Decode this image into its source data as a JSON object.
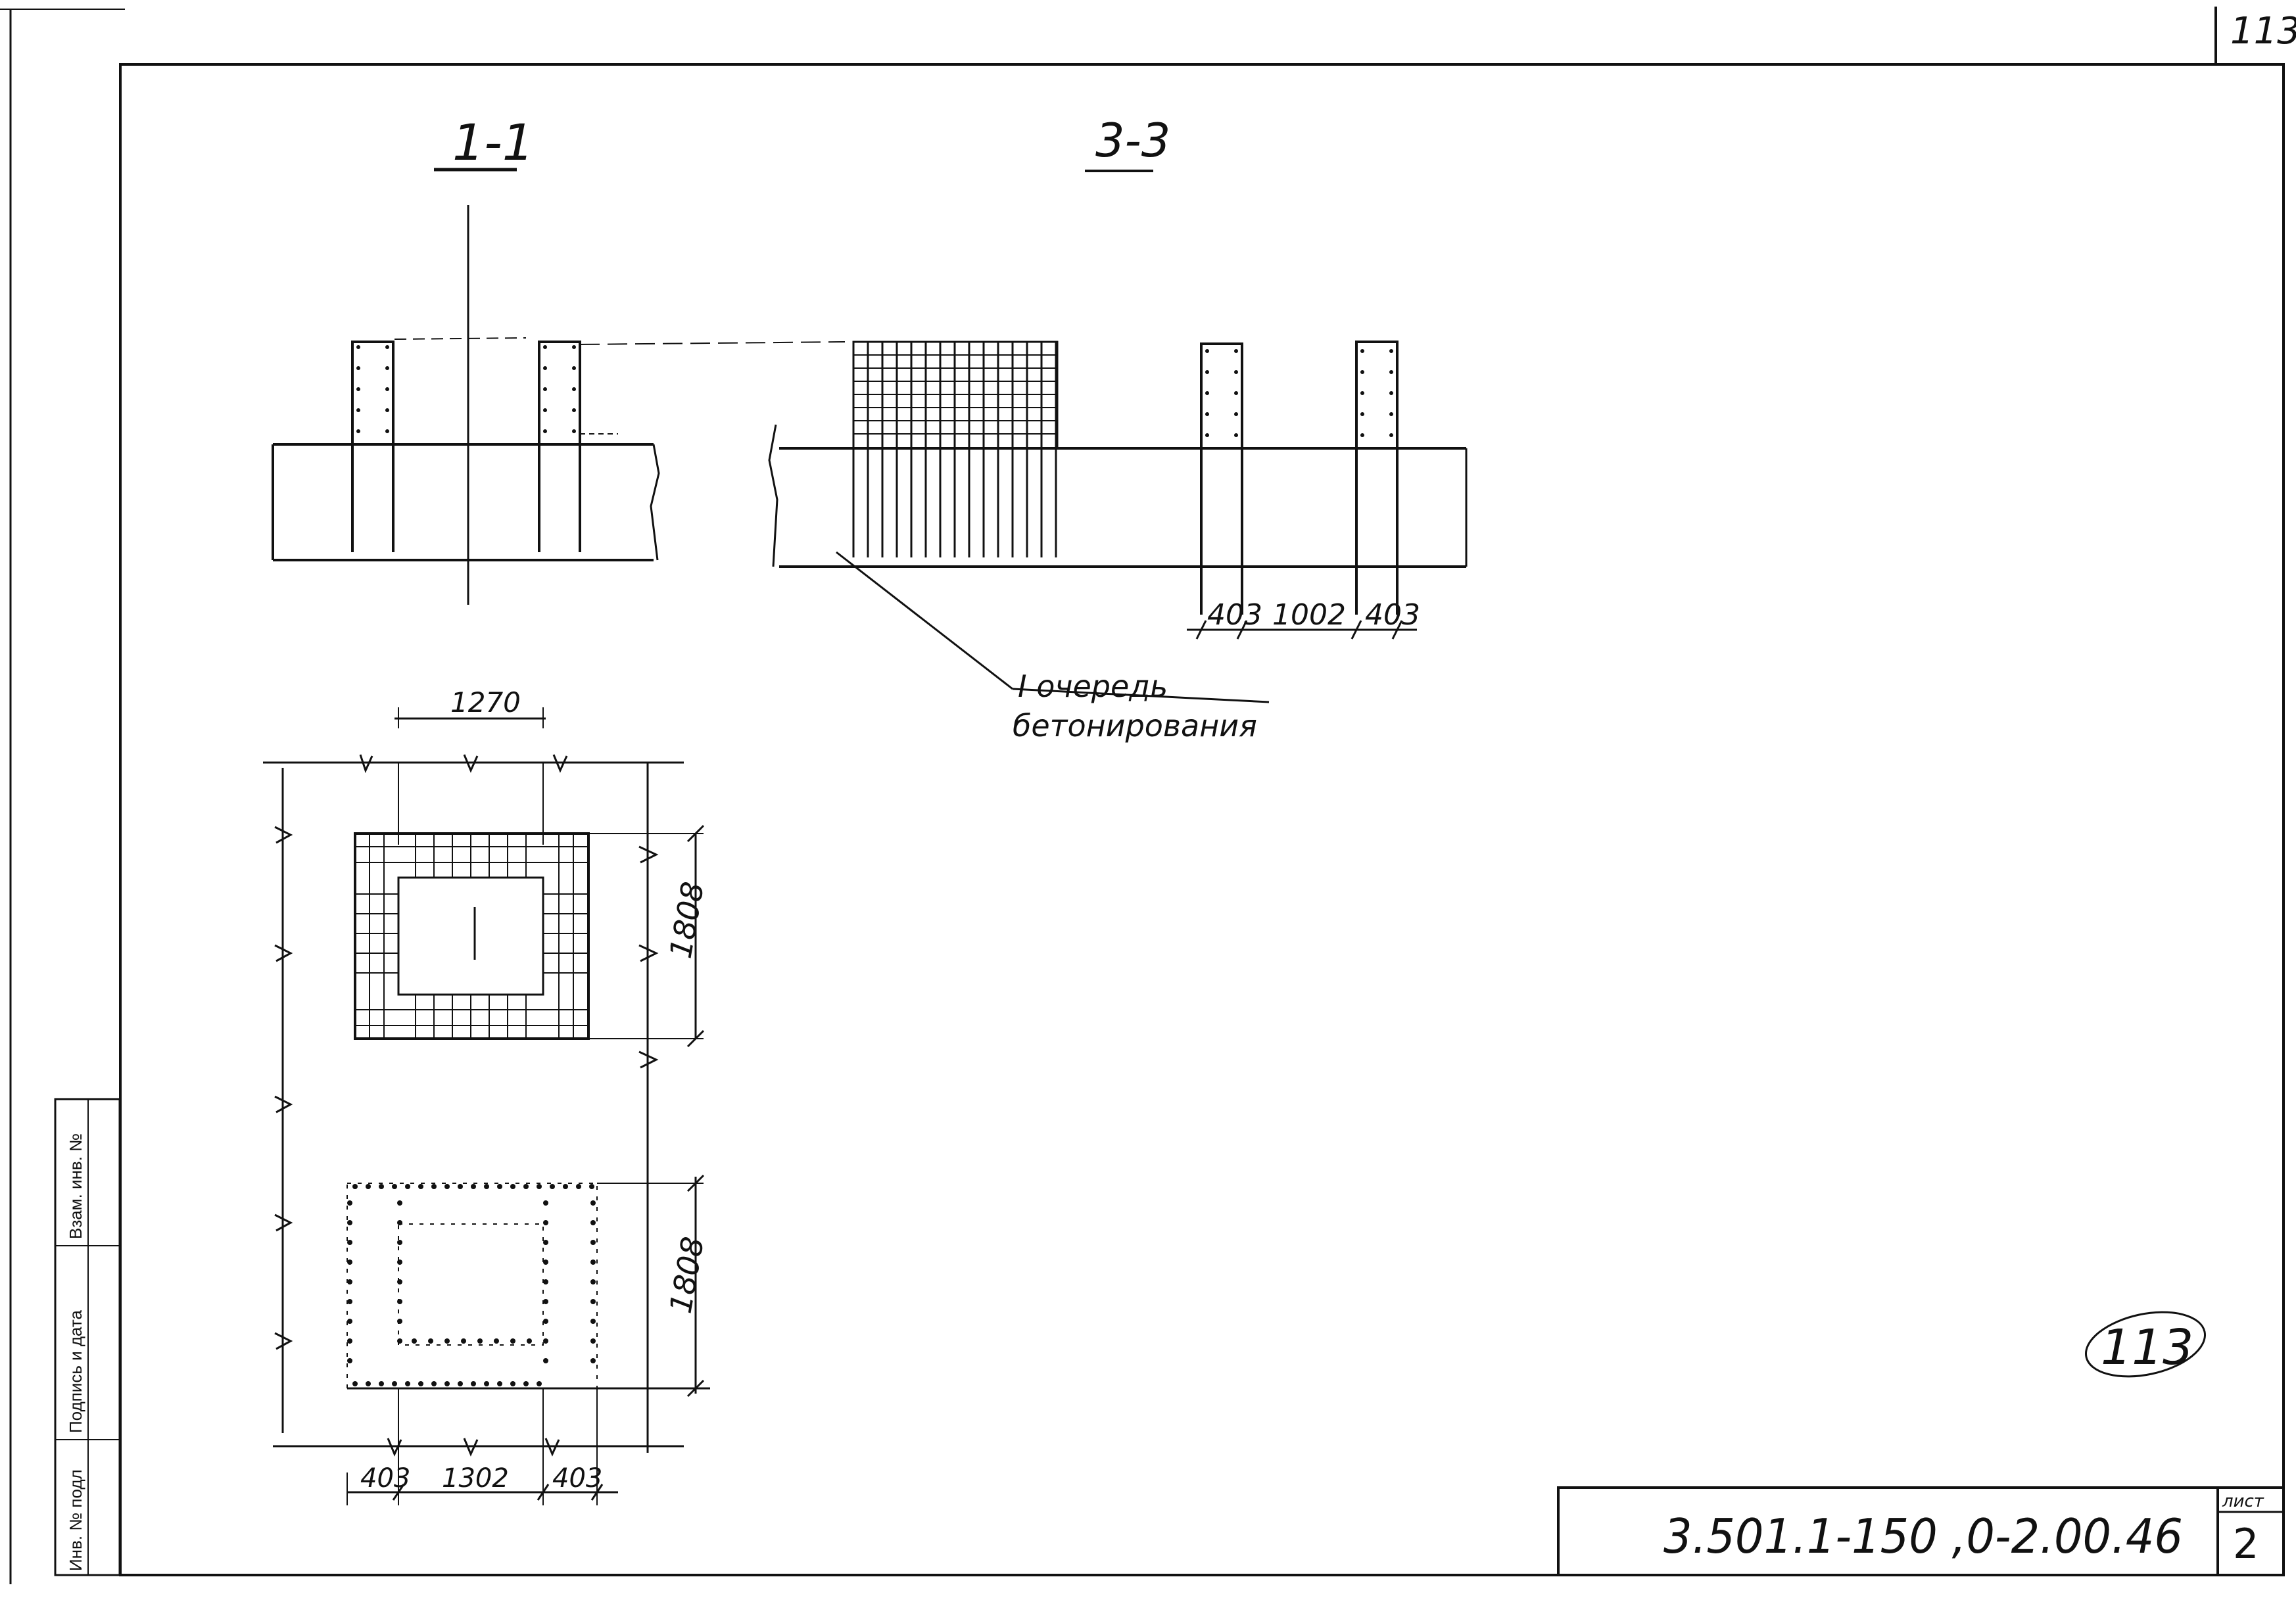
{
  "sheet": {
    "corner_number": "113",
    "circle_stamp": "113"
  },
  "sections": {
    "s11": "1-1",
    "s33": "3-3"
  },
  "dimensions": {
    "d403_a": "403",
    "d1002": "1002",
    "d403_b": "403",
    "d1270": "1270",
    "d1808_a": "1808",
    "d1808_b": "1808",
    "d403_c": "403",
    "d1302": "1302",
    "d403_d": "403"
  },
  "callout": {
    "line1": "I очередь",
    "line2": "бетонирования"
  },
  "side_stamp": {
    "col1": "Инв. № подл",
    "col2": "Подпись и дата",
    "col3": "Взам. инв. №"
  },
  "title_block": {
    "designation": "3.501.1-150 ,0-2.00.46",
    "sheet_label": "лист",
    "sheet_number": "2"
  },
  "colors": {
    "ink": "#111111",
    "paper": "#ffffff"
  }
}
